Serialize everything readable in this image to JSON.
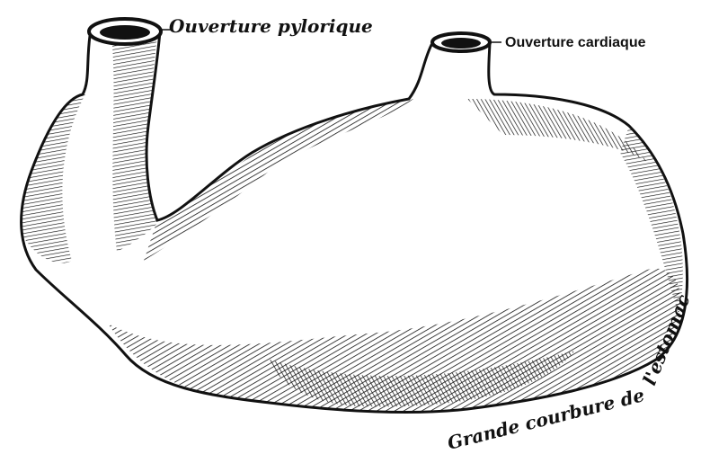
{
  "labels": {
    "pyloric": "Ouverture pylorique",
    "cardiac": "Ouverture cardiaque",
    "curvature_part1": "Grande courbure de",
    "curvature_part2": "l'estomac"
  },
  "colors": {
    "ink": "#111111",
    "paper": "#ffffff"
  }
}
